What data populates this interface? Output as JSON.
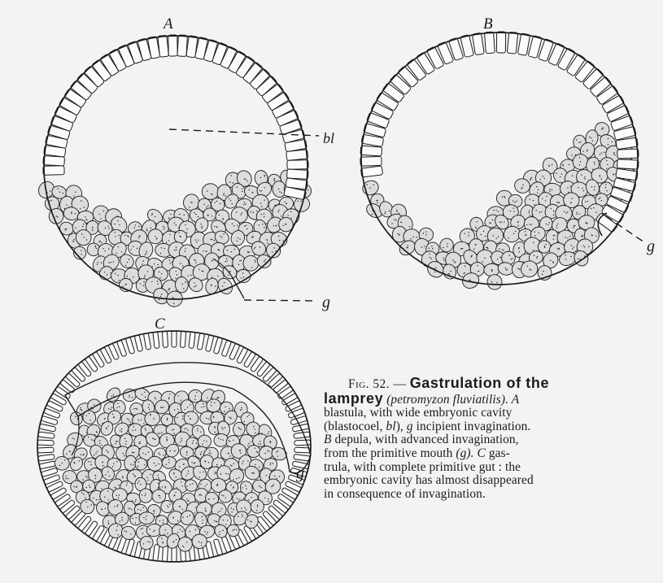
{
  "figure": {
    "panel_labels": {
      "a": "A",
      "b": "B",
      "c": "C"
    },
    "annotations": {
      "blastocoel": "bl",
      "gut_a": "g",
      "gut_b": "g",
      "gut_c": "g"
    },
    "caption": {
      "fig_prefix": "Fig. 52. — ",
      "title_1": "Gastrulation of the",
      "title_2": "lamprey",
      "species": " (petromyzon fluviatilis). ",
      "l1_end": "A",
      "l2": "blastula, with wide embryonic cavity",
      "l3_a": "(blastocoel, ",
      "l3_bl": "bl",
      "l3_b": "), ",
      "l3_g": "g",
      "l3_c": " incipient invagination.",
      "l4_b": "B",
      "l4": " depula, with advanced invagination,",
      "l5_a": "from the primitive mouth ",
      "l5_g": "(g).",
      "l5_c": "  C",
      "l5_d": " gas-",
      "l6": "trula, with complete primitive gut : the",
      "l7": "embryonic cavity has almost disappeared",
      "l8": "in consequence of invagination."
    },
    "colors": {
      "paper": "#f3f3f3",
      "ink": "#1b1b1b",
      "cell_fill": "#dcdcdc",
      "cell_fill_light": "#fbfbfb"
    }
  }
}
